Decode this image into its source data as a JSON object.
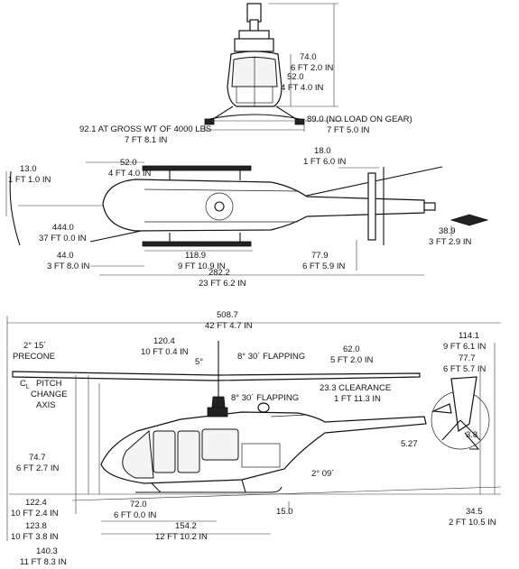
{
  "front_view": {
    "height_overall_in": "74.0",
    "height_overall_ft": "6 FT 2.0 IN",
    "cabin_roof_in": "52.0",
    "cabin_roof_ft": "4 FT 4.0 IN",
    "gear_loaded": "92.1 AT GROSS WT OF 4000 LBS",
    "gear_loaded_ft": "7 FT 8.1 IN",
    "gear_no_load": "89.0 (NO LOAD ON GEAR)",
    "gear_no_load_ft": "7 FT 5.0 IN"
  },
  "top_view": {
    "nose_in": "13.0",
    "nose_ft": "1 FT 1.0 IN",
    "skid_front_in": "52.0",
    "skid_front_ft": "4 FT 4.0 IN",
    "stab_in": "18.0",
    "stab_ft": "1 FT 6.0 IN",
    "rotor_radius_in": "444.0",
    "rotor_radius_ft": "37 FT 0.0 IN",
    "skid_nose_in": "44.0",
    "skid_nose_ft": "3 FT 8.0 IN",
    "skid_len_in": "118.9",
    "skid_len_ft": "9 FT 10.9 IN",
    "stab_span_in": "77.9",
    "stab_span_ft": "6 FT 5.9 IN",
    "tail_rotor_in": "38.9",
    "tail_rotor_ft": "3 FT 2.9 IN",
    "fuselage_len_in": "282.2",
    "fuselage_len_ft": "23 FT 6.2 IN"
  },
  "side_view": {
    "overall_len_in": "508.7",
    "overall_len_ft": "42 FT 4.7 IN",
    "precone": "2° 15´",
    "precone_label": "PRECONE",
    "pitch_axis_1": "C",
    "pitch_axis_1_sub": "L",
    "pitch_axis_2": "PITCH",
    "pitch_axis_3": "CHANGE",
    "pitch_axis_4": "AXIS",
    "mast_in": "120.4",
    "mast_ft": "10 FT 0.4 IN",
    "mast_angle": "5°",
    "flap_up": "8° 30´ FLAPPING",
    "flap_down": "8° 30´ FLAPPING",
    "boom_in": "62.0",
    "boom_ft": "5 FT 2.0 IN",
    "clearance_in": "23.3 CLEARANCE",
    "clearance_ft": "1 FT 11.3 IN",
    "tail_top_in": "114.1",
    "tail_top_ft": "9 FT 6.1 IN",
    "tail_hub_in": "77.7",
    "tail_hub_ft": "6 FT 5.7 IN",
    "tail_angle_1": "5.27",
    "tail_angle_2": "3.8",
    "cabin_h_in": "74.7",
    "cabin_h_ft": "6 FT 2.7 IN",
    "ground_angle": "2° 09´",
    "rotor_h1_in": "122.4",
    "rotor_h1_ft": "10 FT 2.4 IN",
    "skid_fwd_in": "72.0",
    "skid_fwd_ft": "6 FT 0.0 IN",
    "skid_gap": "15.0",
    "rotor_h2_in": "123.8",
    "rotor_h2_ft": "10 FT 3.8 IN",
    "skid_total_in": "154.2",
    "skid_total_ft": "12 FT 10.2 IN",
    "tail_skid_in": "34.5",
    "tail_skid_ft": "2 FT 10.5 IN",
    "rotor_h3_in": "140.3",
    "rotor_h3_ft": "11 FT 8.3 IN"
  }
}
